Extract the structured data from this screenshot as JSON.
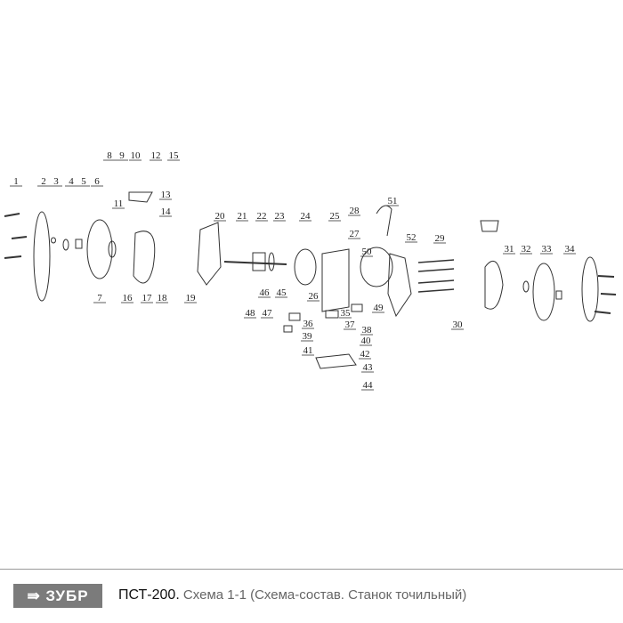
{
  "diagram": {
    "part_numbers": [
      "1",
      "2",
      "3",
      "4",
      "5",
      "6",
      "7",
      "8",
      "9",
      "10",
      "11",
      "12",
      "13",
      "14",
      "15",
      "16",
      "17",
      "18",
      "19",
      "20",
      "21",
      "22",
      "23",
      "24",
      "25",
      "26",
      "27",
      "28",
      "29",
      "30",
      "31",
      "32",
      "33",
      "34",
      "35",
      "36",
      "37",
      "38",
      "39",
      "40",
      "41",
      "42",
      "43",
      "44",
      "45",
      "46",
      "47",
      "48",
      "49",
      "50",
      "51",
      "52"
    ]
  },
  "footer": {
    "logo_text": "⇛ ЗУБР",
    "model": "ПСТ-200.",
    "subtitle": " Схема 1-1 (Схема-состав. Станок точильный)"
  }
}
